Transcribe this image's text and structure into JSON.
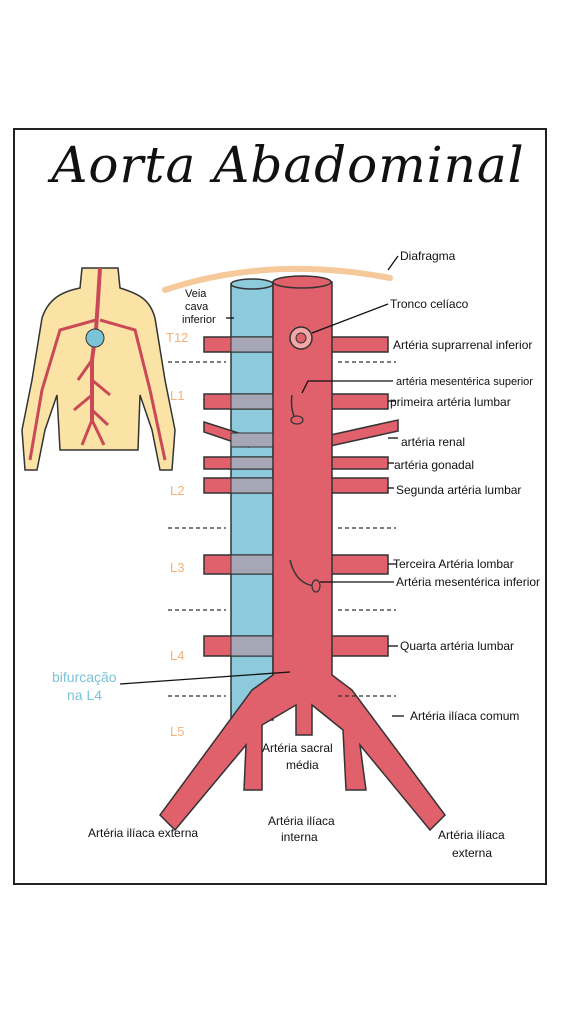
{
  "title": "Aorta Abadominal",
  "labels": {
    "diafragma": "Diafragma",
    "veia_cava_1": "Veia",
    "veia_cava_2": "cava",
    "veia_cava_3": "inferior",
    "tronco": "Tronco celíaco",
    "suprarrenal": "Artéria suprarrenal inferior",
    "mesenterica_sup": "artéria mesentérica superior",
    "primeira_lombar": "primeira artéria lumbar",
    "renal": "artéria renal",
    "gonadal": "artéria gonadal",
    "segunda_lombar": "Segunda artéria lumbar",
    "terceira_lombar": "Terceira Artéria lombar",
    "mesenterica_inf": "Artéria mesentérica inferior",
    "quarta_lombar": "Quarta artéria lumbar",
    "bifurcacao_1": "bifurcação",
    "bifurcacao_2": "na L4",
    "iliaca_comum": "Artéria ilíaca comum",
    "sacral_1": "Artéria sacral",
    "sacral_2": "média",
    "iliaca_interna_1": "Artéria ilíaca",
    "iliaca_interna_2": "interna",
    "iliaca_externa_left": "Artéria ilíaca externa",
    "iliaca_externa_right_1": "Artéria ilíaca",
    "iliaca_externa_right_2": "externa"
  },
  "vertebrae": [
    "T12",
    "L1",
    "L2",
    "L3",
    "L4",
    "L5"
  ],
  "colors": {
    "artery": "#e0606b",
    "vein": "#8ccadc",
    "diaphragm": "#f6c99a",
    "body": "#fbe3a6",
    "heart": "#7cc3d8",
    "vertebra_label": "#f4b27a"
  }
}
